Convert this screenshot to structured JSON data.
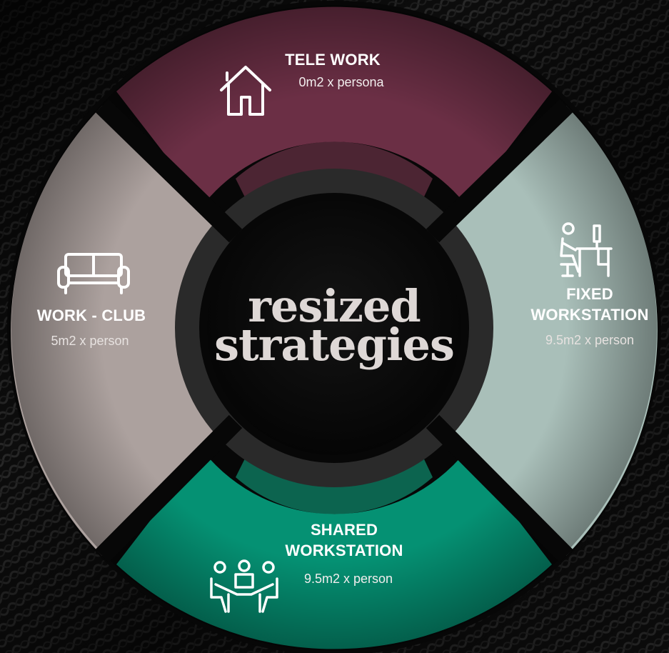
{
  "center": {
    "line1": "resized",
    "line2": "strategies"
  },
  "segments": {
    "tele_work": {
      "title": "TELE WORK",
      "subtitle": "0m2 x persona",
      "icon": "house-icon",
      "color": "#6b2f45"
    },
    "fixed_workstation": {
      "title_line1": "FIXED",
      "title_line2": "WORKSTATION",
      "subtitle": "9.5m2 x person",
      "icon": "desk-person-icon",
      "color": "#a9bfb9"
    },
    "shared_workstation": {
      "title_line1": "SHARED",
      "title_line2": "WORKSTATION",
      "subtitle": "9.5m2 x person",
      "icon": "meeting-table-icon",
      "color": "#059173"
    },
    "work_club": {
      "title": "WORK - CLUB",
      "subtitle": "5m2 x person",
      "icon": "sofa-icon",
      "color": "#aca19e"
    }
  }
}
